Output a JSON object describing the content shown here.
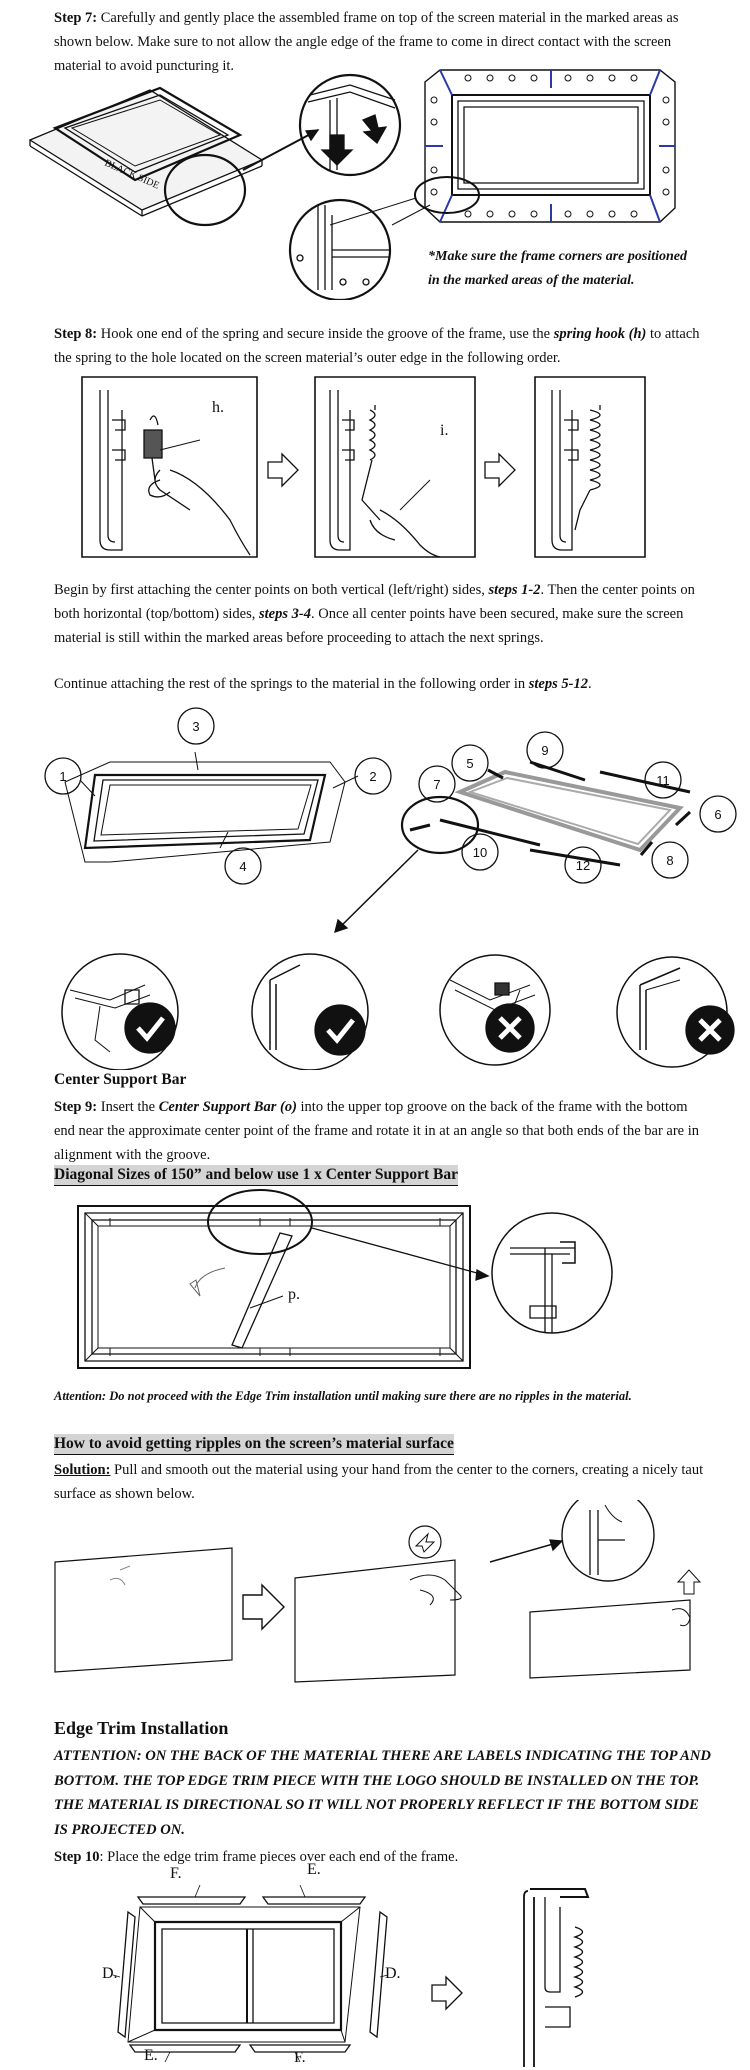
{
  "step7": {
    "label": "Step 7:",
    "text": "Carefully and gently place the assembled frame on top of the screen material in the marked areas as shown below. Make sure to not allow the angle edge of the frame to come in direct contact with the screen material to avoid puncturing it.",
    "black_side_label": "BLACK SIDE",
    "note_line1": "*Make sure the frame corners are positioned",
    "note_line2": "in the marked areas of the material."
  },
  "step8": {
    "label": "Step 8:",
    "text_a": "Hook one end of the spring and secure inside the groove of the frame, use the",
    "tool": "spring hook (h)",
    "text_b": "to attach the spring to the hole located on the screen material’s outer edge in the following order.",
    "label_h": "h.",
    "label_i": "i."
  },
  "para_begin": {
    "a": "Begin by first attaching the center points on both vertical (left/right) sides,",
    "steps_a": "steps 1-2",
    "b": ". Then the center points on both horizontal (top/bottom) sides,",
    "steps_b": "steps 3-4",
    "c": ". Once all center points have been secured, make sure the screen material is still within the marked areas before proceeding to attach the next springs."
  },
  "para_continue": {
    "a": "Continue attaching the rest of the springs to the material in the following order in",
    "steps": "steps 5-12",
    "b": "."
  },
  "spring_numbers": [
    "1",
    "2",
    "3",
    "4",
    "5",
    "6",
    "7",
    "8",
    "9",
    "10",
    "11",
    "12"
  ],
  "center_support": {
    "heading": "Center Support Bar",
    "label": "Step 9:",
    "a": "Insert the",
    "part": "Center Support Bar (o)",
    "b": "into the upper top groove on the back of the frame with the bottom end near the approximate center point of the frame and rotate it in at an angle so that both ends of the bar are in alignment with the groove.",
    "subheading": "Diagonal Sizes of 150” and below use 1 x Center Support Bar",
    "label_p": "p.",
    "attention": "Attention: Do not proceed with the Edge Trim installation until making sure there are no ripples in the material."
  },
  "ripples": {
    "heading": "How to avoid getting ripples on the screen’s material surface",
    "solution_label": "Solution:",
    "solution_text": "Pull and smooth out the material using your hand from the center to the corners, creating a nicely taut surface as shown below."
  },
  "edge_trim": {
    "heading": "Edge Trim Installation",
    "attention": "ATTENTION: ON THE BACK OF THE MATERIAL THERE ARE LABELS INDICATING THE TOP AND BOTTOM. THE TOP EDGE TRIM PIECE WITH THE LOGO SHOULD BE INSTALLED ON THE TOP. THE MATERIAL IS DIRECTIONAL SO IT WILL NOT PROPERLY REFLECT IF THE BOTTOM SIDE IS PROJECTED ON.",
    "step_label": "Step 10",
    "step_text": ": Place the edge trim frame pieces over each end of the frame.",
    "labels": {
      "f_top": "F.",
      "e_top": "E.",
      "d_left": "D.",
      "d_right": "D.",
      "e_bottom": "E.",
      "f_bottom": "F."
    }
  }
}
